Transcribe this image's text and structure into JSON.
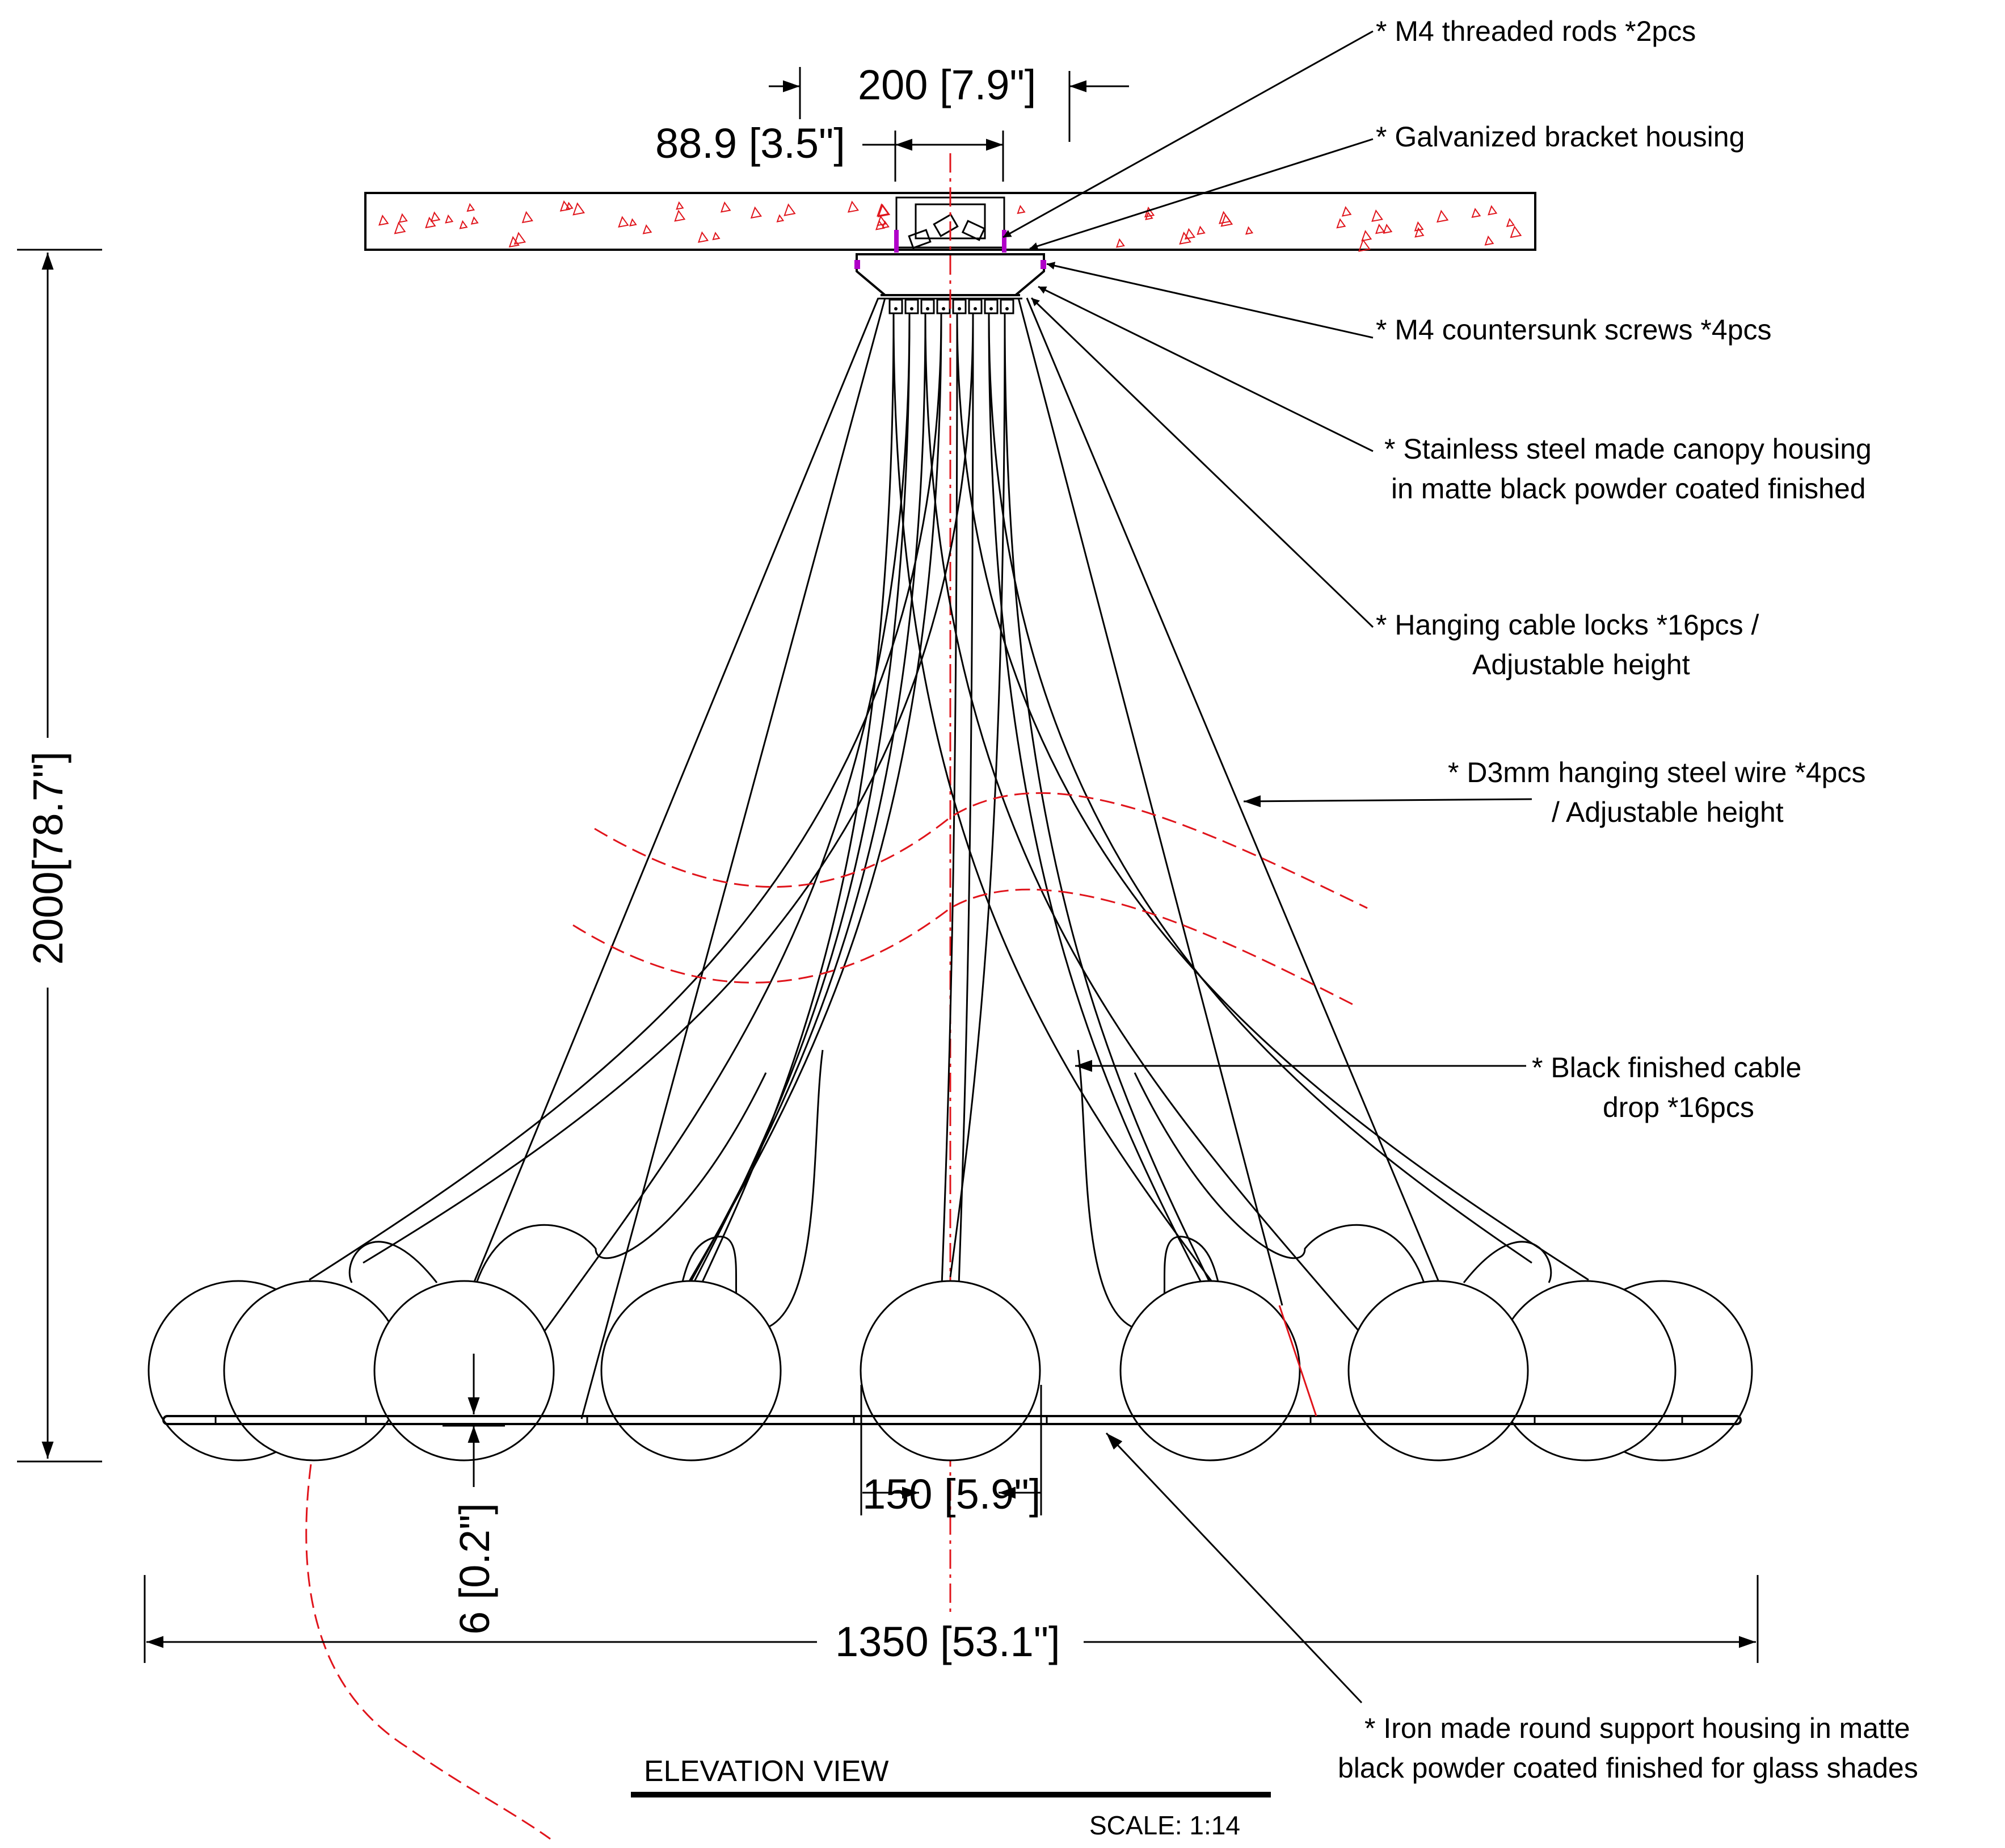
{
  "dimensions": {
    "top_width": "200 [7.9\"]",
    "bracket_width": "88.9 [3.5\"]",
    "overall_height": "2000[78.7\"]",
    "ring_thickness": "6 [0.2\"]",
    "globe_diameter": "150 [5.9\"]",
    "overall_width": "1350 [53.1\"]"
  },
  "callouts": [
    {
      "id": "threaded-rods",
      "lines": [
        "* M4 threaded rods *2pcs"
      ]
    },
    {
      "id": "bracket-housing",
      "lines": [
        "* Galvanized bracket housing"
      ]
    },
    {
      "id": "countersunk-screws",
      "lines": [
        "* M4 countersunk screws *4pcs"
      ]
    },
    {
      "id": "canopy-housing",
      "lines": [
        "* Stainless steel made canopy housing",
        "in matte black powder coated finished"
      ]
    },
    {
      "id": "cable-locks",
      "lines": [
        "* Hanging cable locks *16pcs /",
        "Adjustable height"
      ]
    },
    {
      "id": "steel-wire",
      "lines": [
        "* D3mm hanging steel wire *4pcs",
        "/ Adjustable height"
      ]
    },
    {
      "id": "cable-drop",
      "lines": [
        "* Black finished cable",
        "drop *16pcs"
      ]
    },
    {
      "id": "support-housing",
      "lines": [
        "* Iron made round support housing in matte",
        "black powder coated finished for glass shades"
      ]
    }
  ],
  "title_block": {
    "view_title": "ELEVATION VIEW",
    "scale": "SCALE: 1:14"
  },
  "colors": {
    "line": "#000000",
    "section_break": "#e0141b",
    "hardware_accent": "#b000c8"
  }
}
